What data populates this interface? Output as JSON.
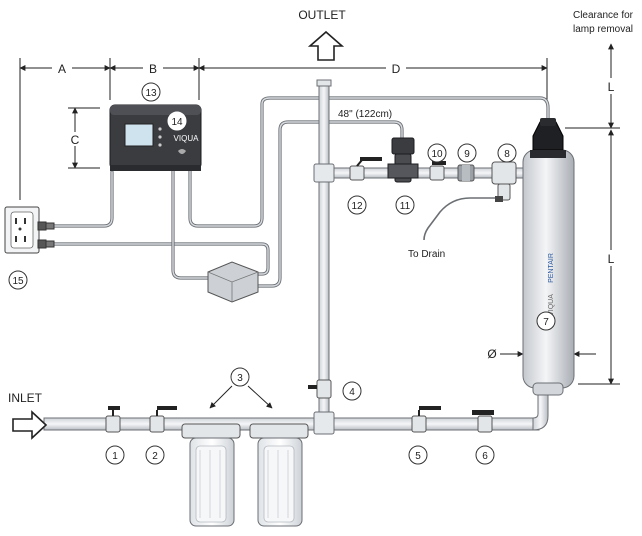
{
  "labels": {
    "outlet": "OUTLET",
    "inlet": "INLET",
    "clearance_line1": "Clearance for",
    "clearance_line2": "lamp removal",
    "dim_a": "A",
    "dim_b": "B",
    "dim_c": "C",
    "dim_d": "D",
    "dim_l_top": "L",
    "dim_l_side": "L",
    "diameter": "Ø",
    "cable_length": "48\" (122cm)",
    "to_drain": "To Drain",
    "controller_brand": "VIQUA",
    "reactor_brand1": "PENTAIR",
    "reactor_brand2": "VIQUA"
  },
  "callouts": {
    "c1": "1",
    "c2": "2",
    "c3": "3",
    "c4": "4",
    "c5": "5",
    "c6": "6",
    "c7": "7",
    "c8": "8",
    "c9": "9",
    "c10": "10",
    "c11": "11",
    "c12": "12",
    "c13": "13",
    "c14": "14",
    "c15": "15"
  }
}
